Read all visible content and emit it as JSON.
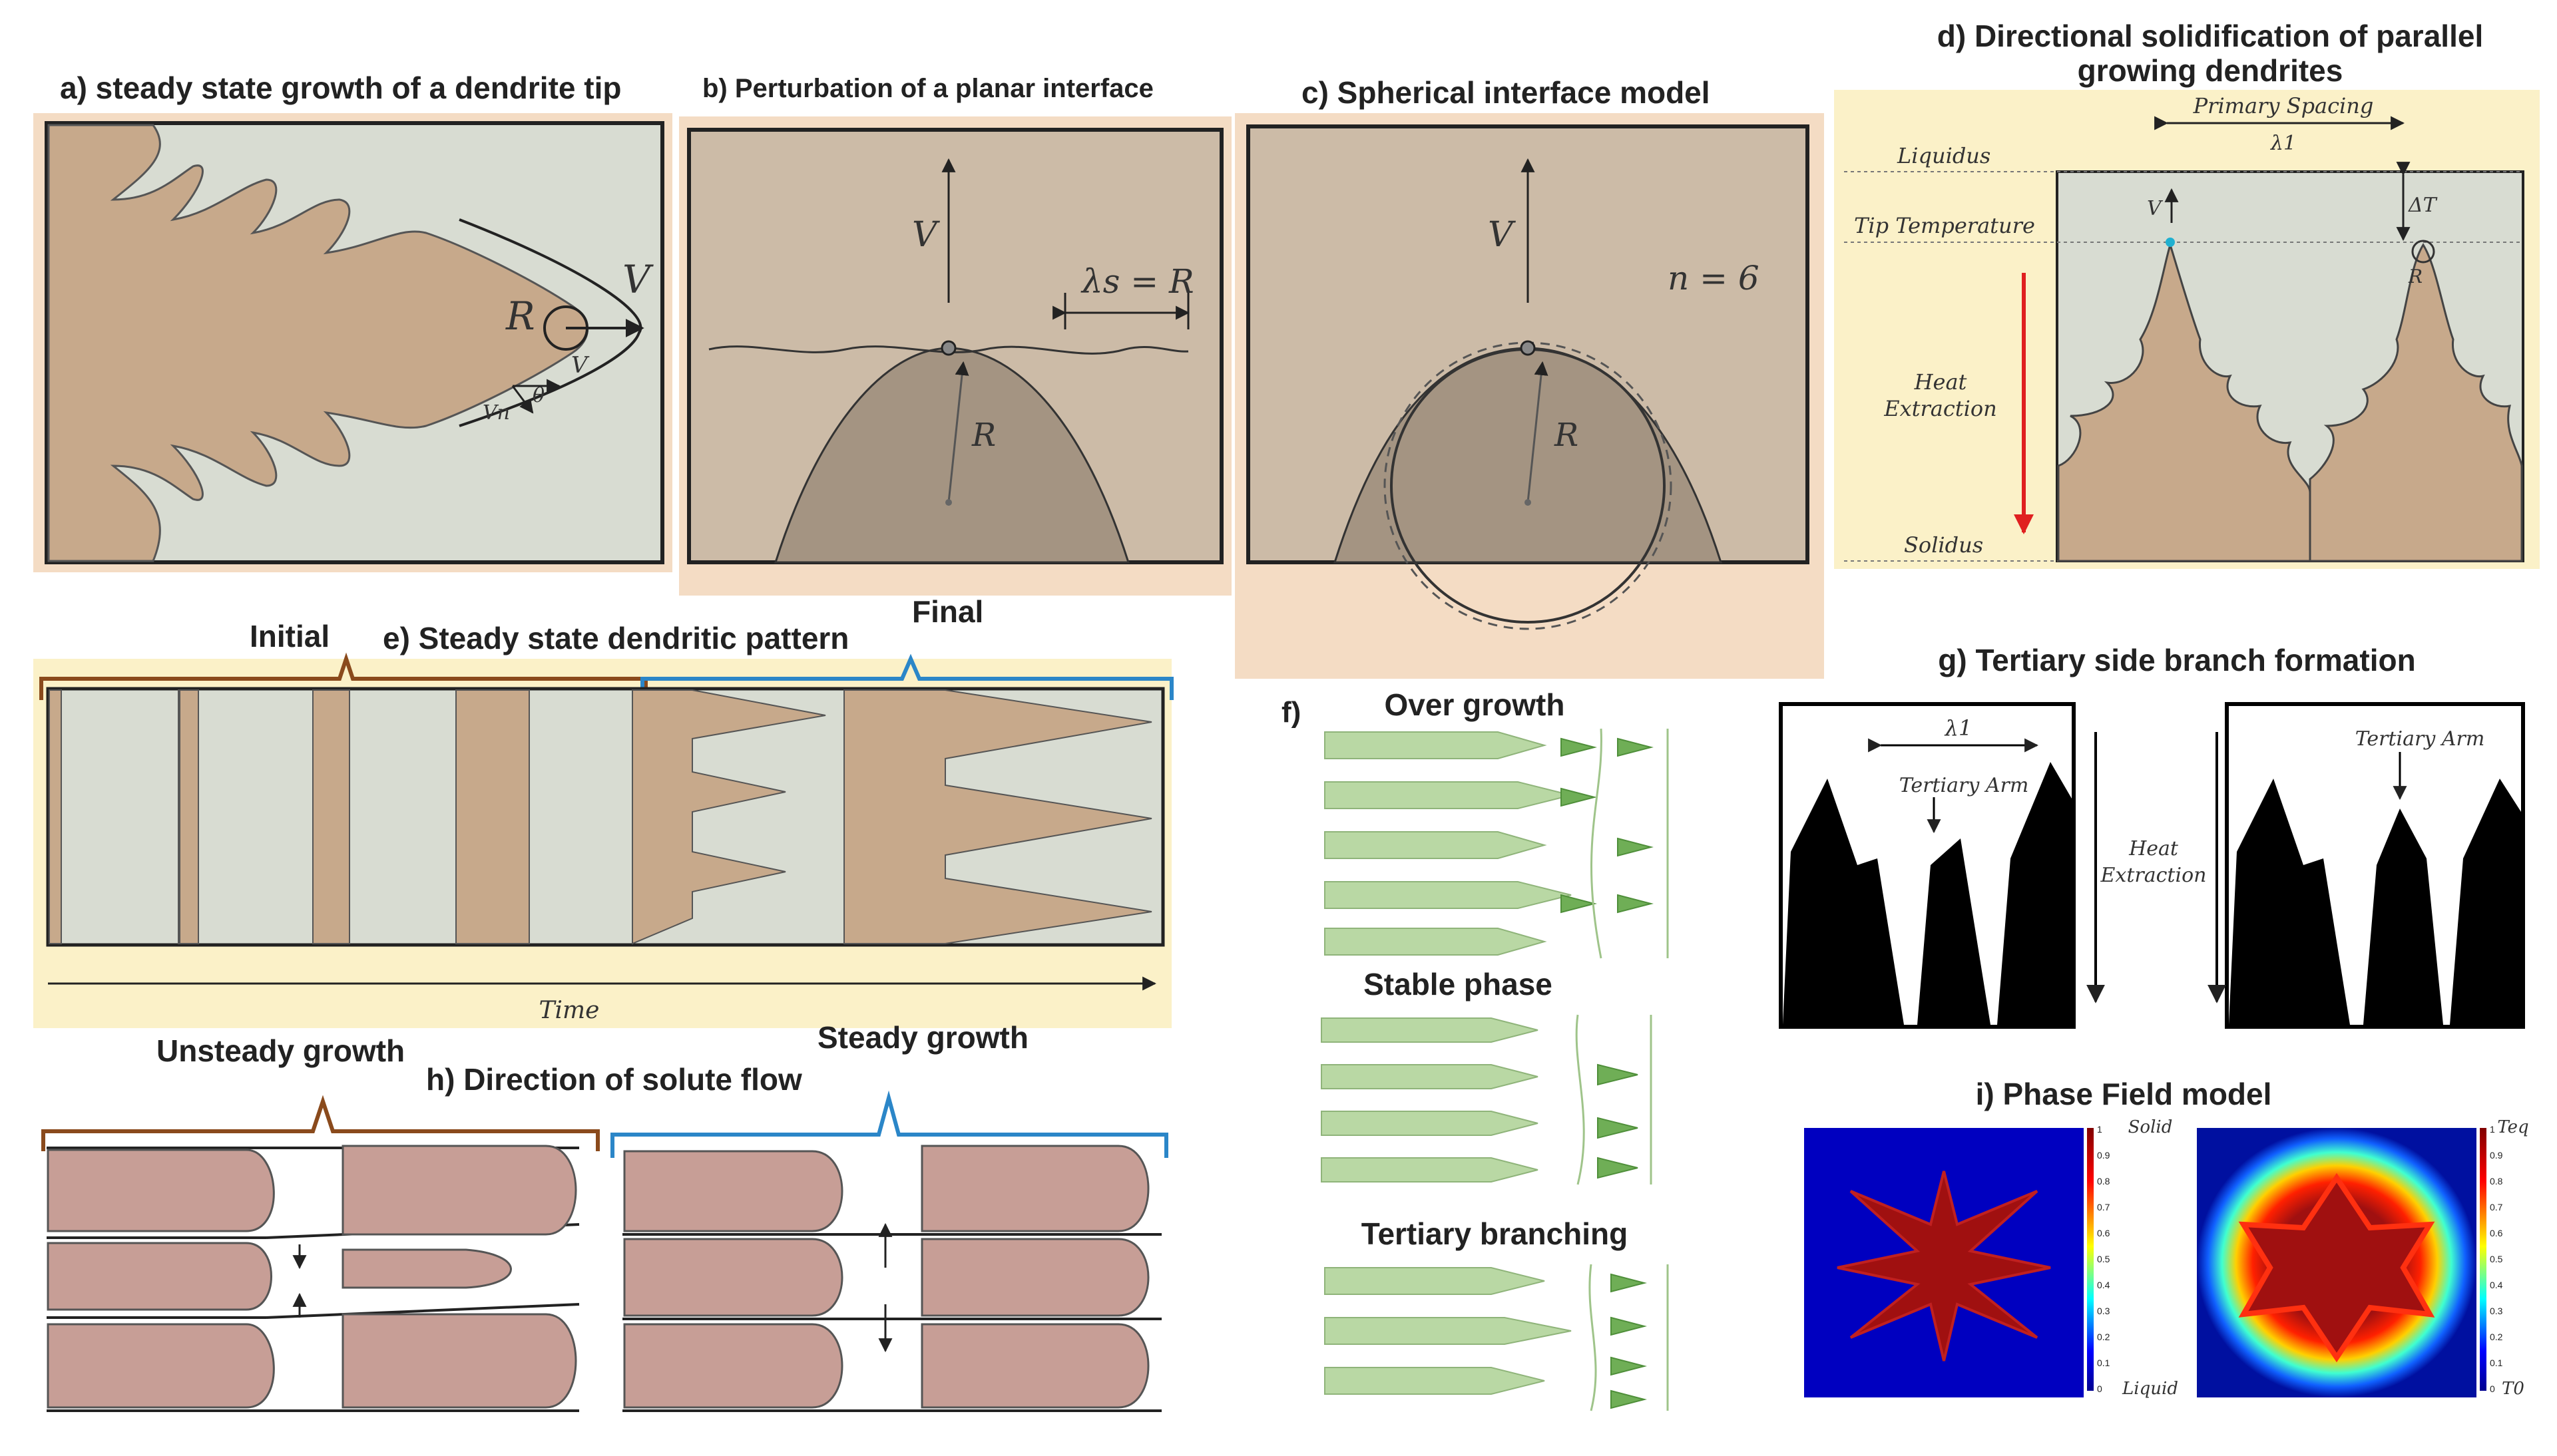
{
  "panels": {
    "a": {
      "title": "a) steady state growth of a dendrite tip",
      "R": "R",
      "V": "V",
      "v": "V",
      "vn": "Vn",
      "theta": "θ"
    },
    "b": {
      "title": "b) Perturbation of a planar interface",
      "V": "V",
      "lambda": "λs = R",
      "R": "R"
    },
    "c": {
      "title": "c) Spherical interface model",
      "V": "V",
      "n": "n = 6",
      "R": "R"
    },
    "d": {
      "title_line1": "d) Directional solidification of parallel",
      "title_line2": "growing dendrites",
      "primary_spacing": "Primary Spacing",
      "lambda1": "λ1",
      "liquidus": "Liquidus",
      "tip_temperature": "Tip Temperature",
      "heat": "Heat",
      "extraction": "Extraction",
      "solidus": "Solidus",
      "V": "V",
      "dT": "ΔT",
      "R": "R"
    },
    "e": {
      "title": "e) Steady state dendritic pattern",
      "initial": "Initial",
      "final": "Final",
      "time": "Time"
    },
    "f": {
      "label": "f)",
      "over_growth": "Over growth",
      "stable_phase": "Stable phase",
      "tertiary_branching": "Tertiary branching"
    },
    "g": {
      "title": "g) Tertiary side branch formation",
      "lambda1": "λ1",
      "tertiary_arm": "Tertiary Arm",
      "heat": "Heat",
      "extraction": "Extraction"
    },
    "h": {
      "title": "h) Direction of solute flow",
      "unsteady": "Unsteady growth",
      "steady": "Steady growth"
    },
    "i": {
      "title": "i) Phase Field model",
      "solid": "Solid",
      "liquid": "Liquid",
      "teq": "Teq",
      "t0": "T0",
      "ticks": [
        "1",
        "0.9",
        "0.8",
        "0.7",
        "0.6",
        "0.5",
        "0.4",
        "0.3",
        "0.2",
        "0.1",
        "0"
      ]
    }
  },
  "colors": {
    "dendrite": "#c7a98b",
    "liquid": "#d8dcd2",
    "tan_bg": "#f4dcc4",
    "cream_bg": "#fbf1c8",
    "brown_brace": "#8a4a1c",
    "blue_brace": "#2b86c8",
    "green_dendrite": "#b9d8a4",
    "solute_pink": "#c79e96",
    "red_arrow": "#e02020"
  }
}
